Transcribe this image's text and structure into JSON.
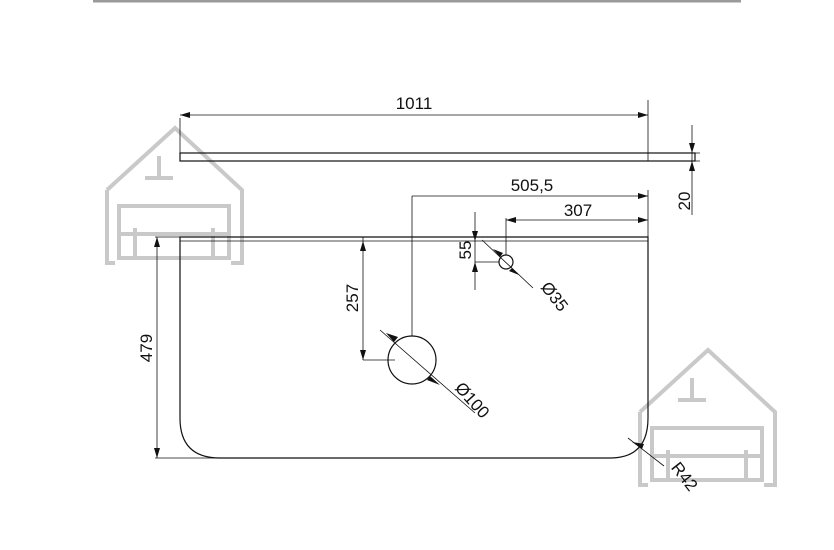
{
  "dimensions": {
    "total_width": "1011",
    "thickness": "20",
    "tap_hole_offset": "505,5",
    "small_hole_offset": "307",
    "small_hole_depth": "55",
    "small_hole_diameter": "Ø35",
    "drain_depth": "257",
    "drain_diameter": "Ø100",
    "depth": "479",
    "corner_radius": "R42"
  },
  "colors": {
    "line": "#111111",
    "watermark": "#c9c9c9",
    "top_rule": "#9a9a9a"
  },
  "icons": [
    "house-sofa-watermark-icon",
    "house-sofa-watermark-icon"
  ]
}
